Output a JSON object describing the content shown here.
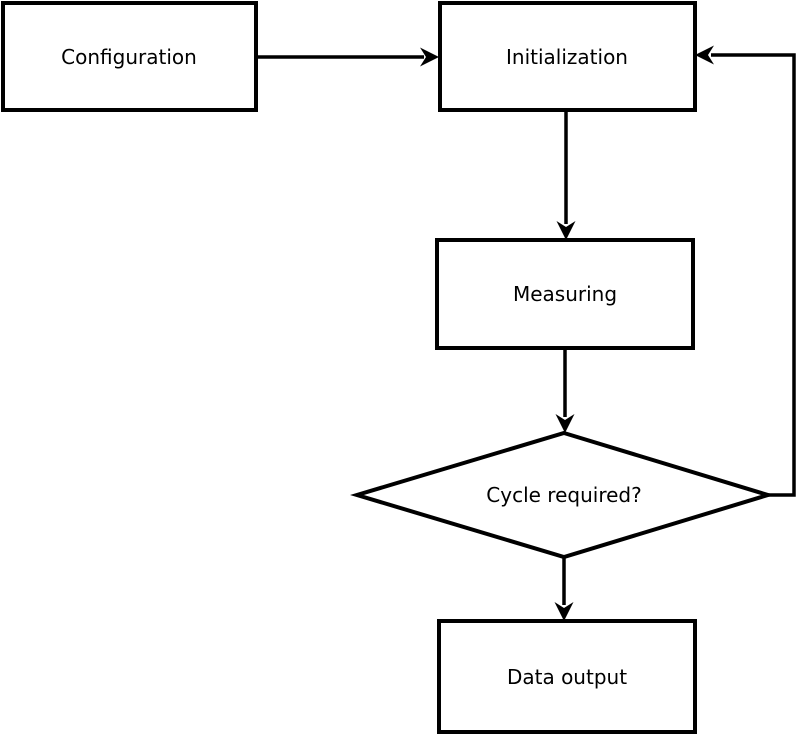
{
  "diagram": {
    "type": "flowchart",
    "background_color": "#ffffff",
    "stroke_color": "#000000",
    "node_fill_color": "#ffffff",
    "text_color": "#000000",
    "nodes": [
      {
        "id": "configuration",
        "label": "Configuration",
        "shape": "rectangle"
      },
      {
        "id": "initialization",
        "label": "Initialization",
        "shape": "rectangle"
      },
      {
        "id": "measuring",
        "label": "Measuring",
        "shape": "rectangle"
      },
      {
        "id": "cycle-required",
        "label": "Cycle required?",
        "shape": "diamond"
      },
      {
        "id": "data-output",
        "label": "Data output",
        "shape": "rectangle"
      }
    ],
    "edges": [
      {
        "from": "configuration",
        "to": "initialization",
        "direction": "right"
      },
      {
        "from": "initialization",
        "to": "measuring",
        "direction": "down"
      },
      {
        "from": "measuring",
        "to": "cycle-required",
        "direction": "down"
      },
      {
        "from": "cycle-required",
        "to": "data-output",
        "direction": "down"
      },
      {
        "from": "cycle-required",
        "to": "initialization",
        "direction": "loop-right-up"
      }
    ]
  }
}
